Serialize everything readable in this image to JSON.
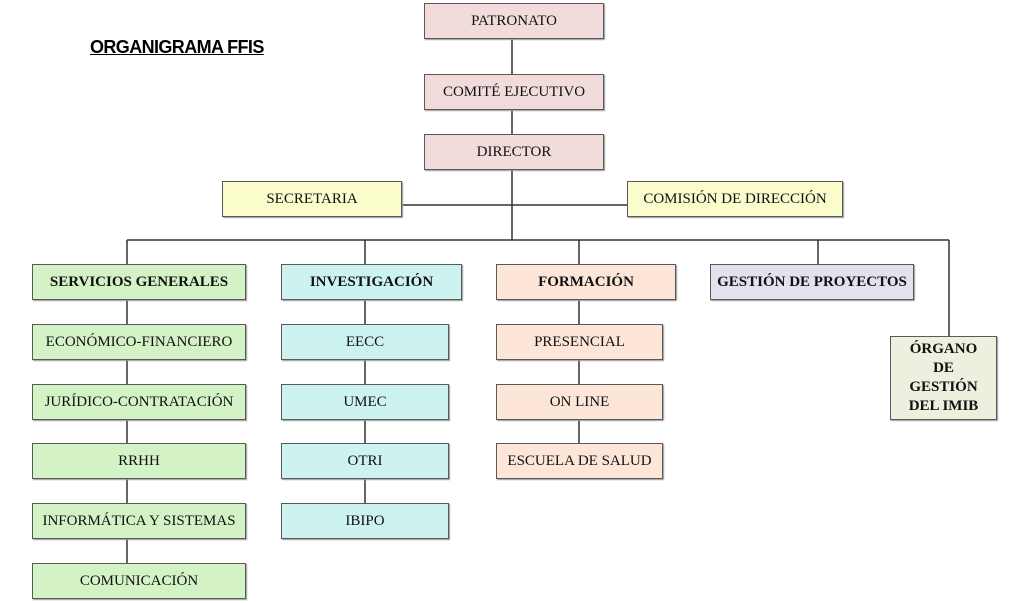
{
  "title": "ORGANIGRAMA FFIS",
  "top": {
    "patronato": "PATRONATO",
    "comite": "COMITÉ EJECUTIVO",
    "director": "DIRECTOR",
    "secretaria": "SECRETARIA",
    "comision": "COMISIÓN DE DIRECCIÓN"
  },
  "departments": {
    "servicios": {
      "label": "SERVICIOS GENERALES",
      "items": [
        "ECONÓMICO-FINANCIERO",
        "JURÍDICO-CONTRATACIÓN",
        "RRHH",
        "INFORMÁTICA Y SISTEMAS",
        "COMUNICACIÓN"
      ]
    },
    "investigacion": {
      "label": "INVESTIGACIÓN",
      "items": [
        "EECC",
        "UMEC",
        "OTRI",
        "IBIPO"
      ]
    },
    "formacion": {
      "label": "FORMACIÓN",
      "items": [
        "PRESENCIAL",
        "ON LINE",
        "ESCUELA DE SALUD"
      ]
    },
    "proyectos": {
      "label": "GESTIÓN DE PROYECTOS"
    },
    "organo": {
      "label": "ÓRGANO DE GESTIÓN DEL IMIB",
      "lines": [
        "ÓRGANO",
        "DE",
        "GESTIÓN",
        "DEL IMIB"
      ]
    }
  },
  "colors": {
    "governance": "#f2dcdb",
    "support": "#fafccc",
    "servicios": "#d3f2c6",
    "investigacion": "#cdf3f0",
    "formacion": "#fde6d7",
    "proyectos": "#e4e0ee",
    "organo": "#ebf1de",
    "line": "#333333"
  }
}
